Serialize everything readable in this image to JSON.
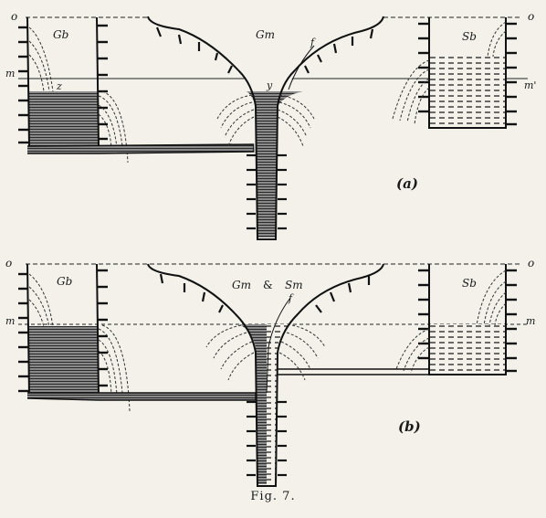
{
  "figure": {
    "caption": "Fig. 7."
  },
  "panel_a": {
    "label": "(a)",
    "level_top": "o",
    "level_top_right": "o",
    "level_m_left": "m",
    "level_m_right": "m'",
    "vessel_left": "Gb",
    "vessel_mid": "Gm",
    "vessel_right": "Sb",
    "point_left": "z",
    "point_mid": "y",
    "marker_f": "f"
  },
  "panel_b": {
    "label": "(b)",
    "level_top": "o",
    "level_top_right": "o",
    "level_m_left": "m",
    "level_m_right": "m",
    "vessel_left": "Gb",
    "vessel_mid": "Gm",
    "vessel_mid_joiner": "&",
    "vessel_mid_2": "Sm",
    "vessel_right": "Sb",
    "marker_f": "f"
  }
}
